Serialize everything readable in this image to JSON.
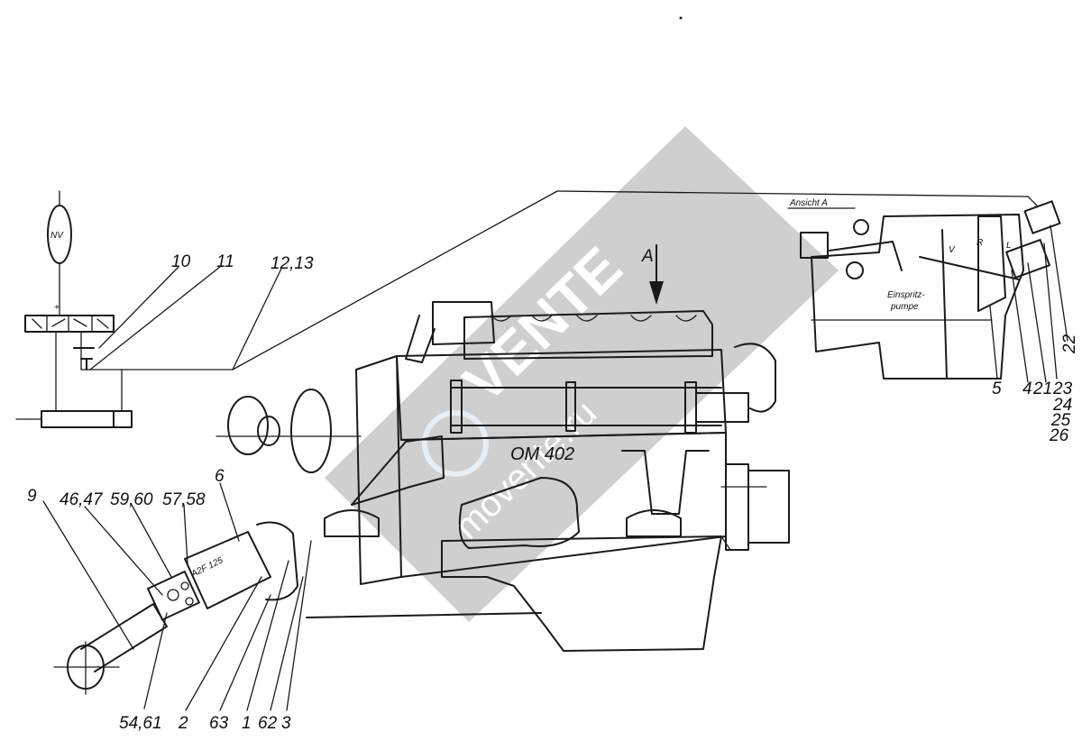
{
  "diagram": {
    "nv_label": "NV",
    "view_title": "Ansicht  A",
    "view_arrow_label": "A",
    "engine_model": "OM 402",
    "pump_model": "A2F 125",
    "injection_pump_line1": "Einspritz-",
    "injection_pump_line2": "pumpe",
    "lever_r": "R",
    "lever_l": "L",
    "lever_v": "V",
    "callouts_top": [
      "10",
      "11",
      "12,13"
    ],
    "callouts_left": [
      "9",
      "46,47",
      "59,60",
      "57,58",
      "6"
    ],
    "callouts_bottom": [
      "54,61",
      "2",
      "63",
      "1",
      "62",
      "3"
    ],
    "callouts_right_row": [
      "5",
      "4",
      "21",
      "23"
    ],
    "callouts_right_stack": [
      "22",
      "24",
      "25",
      "26"
    ]
  },
  "watermark": {
    "brand": "VENTE",
    "site": "movente.ru",
    "color": "#cfcfcf"
  }
}
